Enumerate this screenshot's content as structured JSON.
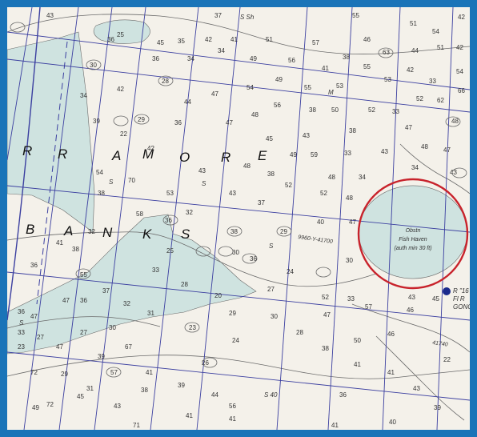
{
  "colors": {
    "frame": "#1a74b8",
    "paper": "#f4f1ea",
    "shoal": "#cfe3e0",
    "grid": "#3b3fa0",
    "contour": "#6a6a6a",
    "highlight": "#c8232c",
    "beacon": "#1a2a8c"
  },
  "area_label": {
    "word1": [
      "R",
      "R",
      "A",
      "M",
      "O",
      "R",
      "E"
    ],
    "word2": [
      "B",
      "A",
      "N",
      "K",
      "S"
    ]
  },
  "fish_haven": {
    "line1": "Obstn",
    "line2": "Fish Haven",
    "line3": "(auth min 30 ft)"
  },
  "loran_labels": [
    "9960-Y-41700",
    "41740"
  ],
  "beacon_label": {
    "line1": "R \"16",
    "line2": "Fl R",
    "line3": "GONG"
  },
  "seabed": {
    "s": "S",
    "ssh": "S Sh",
    "m": "M",
    "s40": "S 40"
  },
  "soundings": [
    "43",
    "37",
    "55",
    "51",
    "54",
    "42",
    "36",
    "25",
    "45",
    "35",
    "42",
    "41",
    "51",
    "57",
    "46",
    "63",
    "44",
    "51",
    "42",
    "30",
    "34",
    "36",
    "34",
    "49",
    "56",
    "41",
    "55",
    "38",
    "42",
    "54",
    "34",
    "42",
    "28",
    "44",
    "47",
    "54",
    "49",
    "55",
    "53",
    "53",
    "33",
    "66",
    "39",
    "29",
    "36",
    "47",
    "48",
    "56",
    "38",
    "50",
    "52",
    "33",
    "52",
    "62",
    "22",
    "45",
    "43",
    "38",
    "47",
    "48",
    "42",
    "49",
    "59",
    "33",
    "43",
    "48",
    "47",
    "54",
    "70",
    "43",
    "48",
    "38",
    "52",
    "48",
    "34",
    "38",
    "34",
    "43",
    "53",
    "43",
    "37",
    "52",
    "48",
    "32",
    "58",
    "40",
    "47",
    "41",
    "32",
    "38",
    "36",
    "25",
    "38",
    "29",
    "36",
    "30",
    "33",
    "55",
    "28",
    "20",
    "27",
    "24",
    "47",
    "36",
    "37",
    "32",
    "31",
    "29",
    "30",
    "47",
    "33",
    "57",
    "46",
    "45",
    "43",
    "52",
    "47",
    "36",
    "33",
    "27",
    "27",
    "30",
    "23",
    "24",
    "28",
    "38",
    "50",
    "46",
    "47",
    "67",
    "22",
    "39",
    "72",
    "29",
    "41",
    "41",
    "57",
    "41",
    "38",
    "39",
    "31",
    "36",
    "43",
    "49",
    "72",
    "45",
    "43",
    "41",
    "41",
    "40",
    "71",
    "44",
    "41",
    "39",
    "56",
    "26",
    "30",
    "36",
    "23"
  ]
}
